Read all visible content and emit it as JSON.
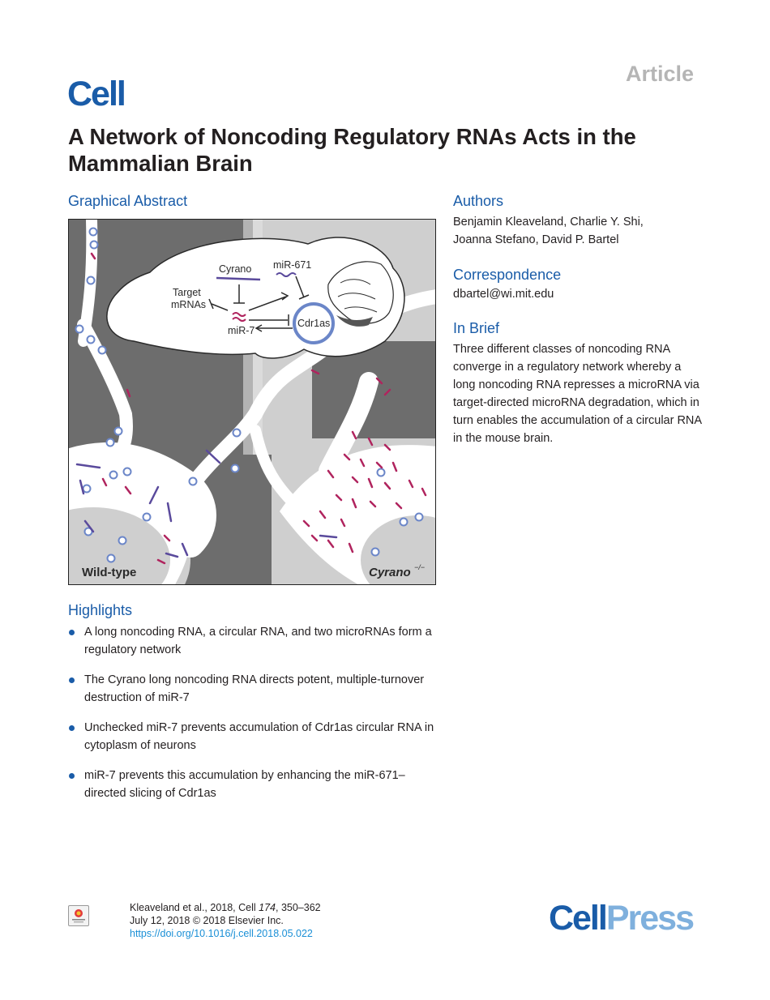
{
  "header": {
    "article_label": "Article",
    "journal_logo": "Cell"
  },
  "title": "A Network of Noncoding Regulatory RNAs Acts in the Mammalian Brain",
  "graphical_abstract": {
    "heading": "Graphical Abstract",
    "labels": {
      "cyrano": "Cyrano",
      "mir671": "miR-671",
      "target": "Target",
      "mrnas": "mRNAs",
      "mir7": "miR-7",
      "cdr1as": "Cdr1as",
      "wild_type": "Wild-type",
      "knockout": "Cyrano",
      "knockout_sup": "−/−"
    },
    "colors": {
      "dark_bg": "#6d6d6d",
      "light_bg": "#cfcfcf",
      "neuron_white": "#ffffff",
      "mir7_magenta": "#b0245e",
      "cyrano_purple": "#5a4a9c",
      "cdr1as_blue": "#6b86c8"
    }
  },
  "authors": {
    "heading": "Authors",
    "line1": "Benjamin Kleaveland, Charlie Y. Shi,",
    "line2": "Joanna Stefano, David P. Bartel"
  },
  "correspondence": {
    "heading": "Correspondence",
    "email": "dbartel@wi.mit.edu"
  },
  "in_brief": {
    "heading": "In Brief",
    "text": "Three different classes of noncoding RNA converge in a regulatory network whereby a long noncoding RNA represses a microRNA via target-directed microRNA degradation, which in turn enables the accumulation of a circular RNA in the mouse brain."
  },
  "highlights": {
    "heading": "Highlights",
    "items": [
      "A long noncoding RNA, a circular RNA, and two microRNAs form a regulatory network",
      "The Cyrano long noncoding RNA directs potent, multiple-turnover destruction of miR-7",
      "Unchecked miR-7 prevents accumulation of Cdr1as circular RNA in cytoplasm of neurons",
      "miR-7 prevents this accumulation by enhancing the miR-671–directed slicing of Cdr1as"
    ]
  },
  "footer": {
    "citation_pre": "Kleaveland et al., 2018, Cell ",
    "volume": "174",
    "pages": ", 350–362",
    "date_line": "July 12, 2018 © 2018 Elsevier Inc.",
    "doi": "https://doi.org/10.1016/j.cell.2018.05.022",
    "badge_text": "Check for updates",
    "publisher_part1": "Cell",
    "publisher_part2": "Press"
  }
}
